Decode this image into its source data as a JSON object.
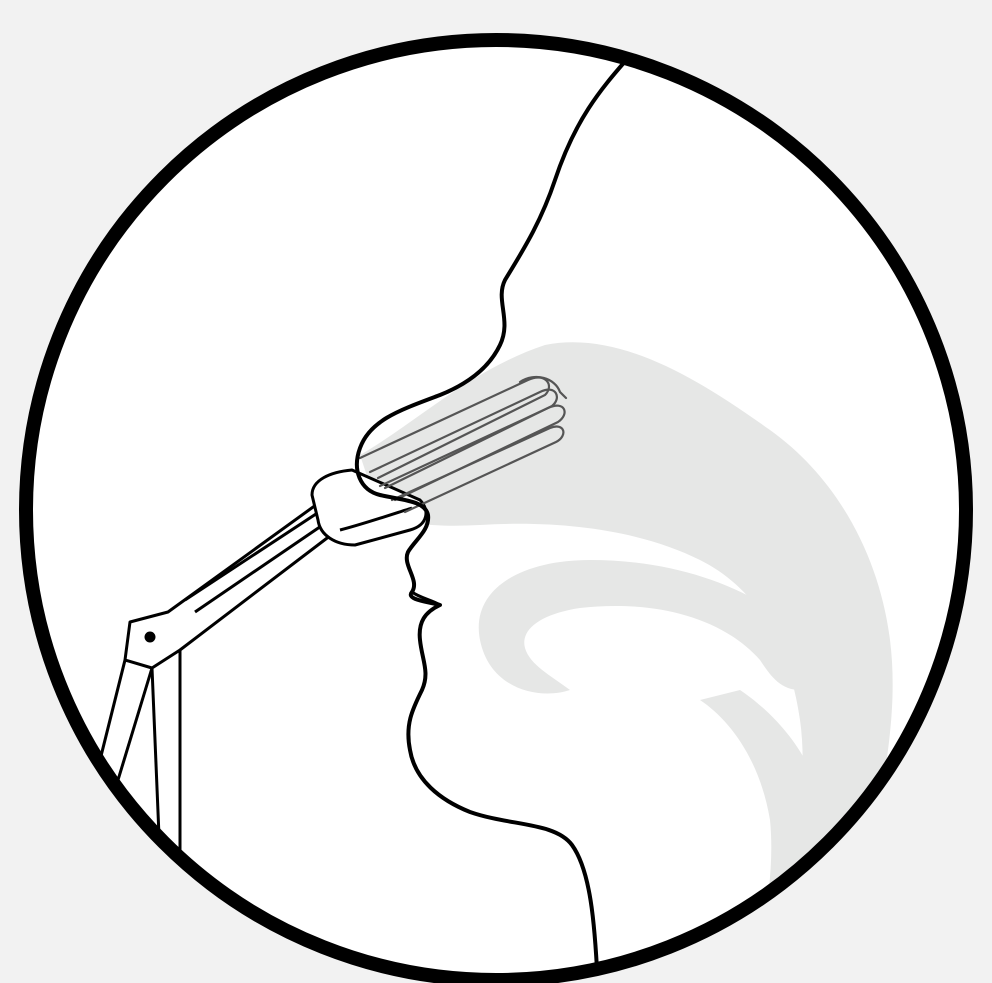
{
  "colors": {
    "page_background": "#f2f2f2",
    "circle_fill": "#ffffff",
    "outline": "#000000",
    "nasal_cavity_shade": "#e6e7e6",
    "instrument_stroke": "#555555"
  },
  "figure": {
    "depicts": [
      "circular-frame",
      "face-profile",
      "nasal-cavity",
      "nasal-speculum-instrument"
    ]
  }
}
